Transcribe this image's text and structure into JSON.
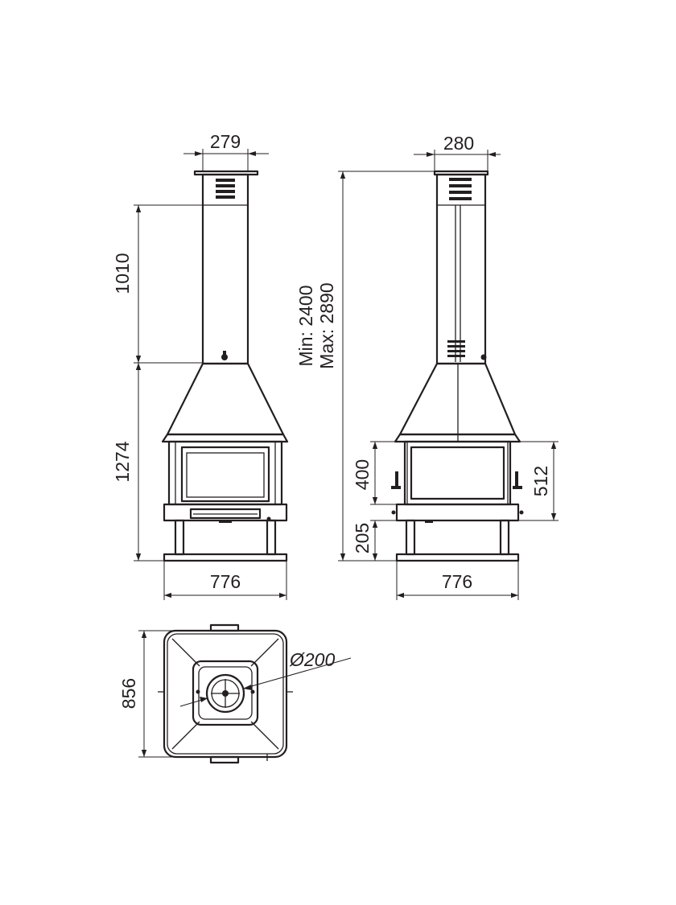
{
  "front_view": {
    "flue_width": "279",
    "flue_height": "1010",
    "body_height": "1274",
    "base_width": "776"
  },
  "side_view": {
    "flue_width": "280",
    "total_height_min": "Min: 2400",
    "total_height_max": "Max: 2890",
    "door_height": "400",
    "body_height": "512",
    "leg_height": "205",
    "base_width": "776"
  },
  "top_view": {
    "depth": "856",
    "flue_diameter": "Ø200"
  }
}
